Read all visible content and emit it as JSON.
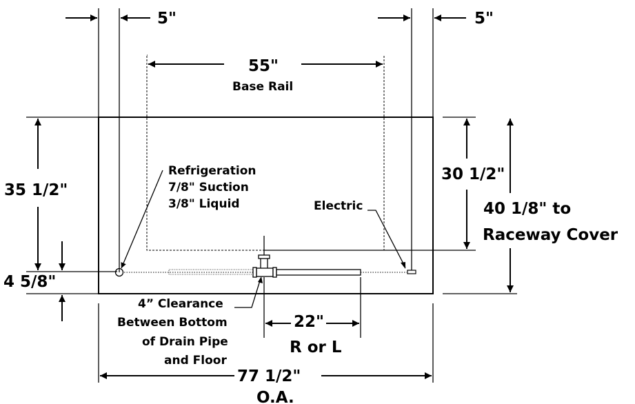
{
  "dimensions": {
    "left_offset": "5\"",
    "right_offset": "5\"",
    "base_rail_width": "55\"",
    "base_rail_label": "Base Rail",
    "overall_height": "35 1/2\"",
    "rail_height": "30 1/2\"",
    "raceway_line1": "40 1/8\" to",
    "raceway_line2": "Raceway Cover",
    "floor_offset": "4 5/8\"",
    "drain_length": "22\"",
    "drain_side": "R or L",
    "overall_width": "77 1/2\"",
    "overall_width_abbr": "O.A."
  },
  "callouts": {
    "refrigeration": [
      "Refrigeration",
      "7/8\" Suction",
      "3/8\" Liquid"
    ],
    "electric": "Electric",
    "clearance": [
      "4” Clearance",
      "Between Bottom",
      "of Drain Pipe",
      "and Floor"
    ]
  }
}
